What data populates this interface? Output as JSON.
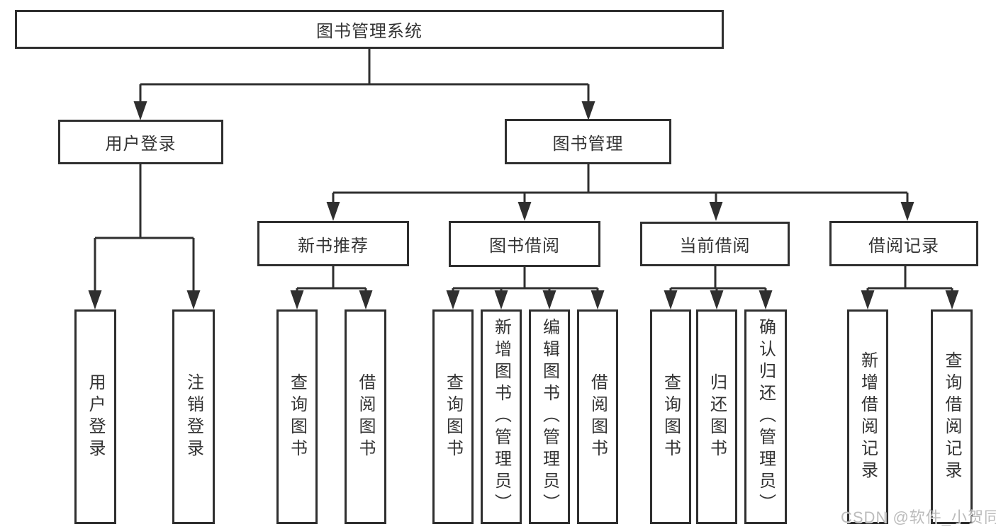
{
  "diagram": {
    "root": {
      "label": "图书管理系统"
    },
    "branches": [
      {
        "label": "用户登录",
        "children": [
          {
            "label": "用户登录"
          },
          {
            "label": "注销登录"
          }
        ]
      },
      {
        "label": "图书管理",
        "children": [
          {
            "label": "新书推荐",
            "children": [
              {
                "label": "查询图书"
              },
              {
                "label": "借阅图书"
              }
            ]
          },
          {
            "label": "图书借阅",
            "children": [
              {
                "label": "查询图书"
              },
              {
                "label": "新增图书（管理员）"
              },
              {
                "label": "编辑图书（管理员）"
              },
              {
                "label": "借阅图书"
              }
            ]
          },
          {
            "label": "当前借阅",
            "children": [
              {
                "label": "查询图书"
              },
              {
                "label": "归还图书"
              },
              {
                "label": "确认归还（管理员）"
              }
            ]
          },
          {
            "label": "借阅记录",
            "children": [
              {
                "label": "新增借阅记录"
              },
              {
                "label": "查询借阅记录"
              }
            ]
          }
        ]
      }
    ]
  },
  "watermark": {
    "text": "CSDN @软件_小贺同学"
  },
  "colors": {
    "line": "#2f2f2f",
    "text": "#333333",
    "background": "#ffffff",
    "watermark": "#b5b5b5"
  }
}
